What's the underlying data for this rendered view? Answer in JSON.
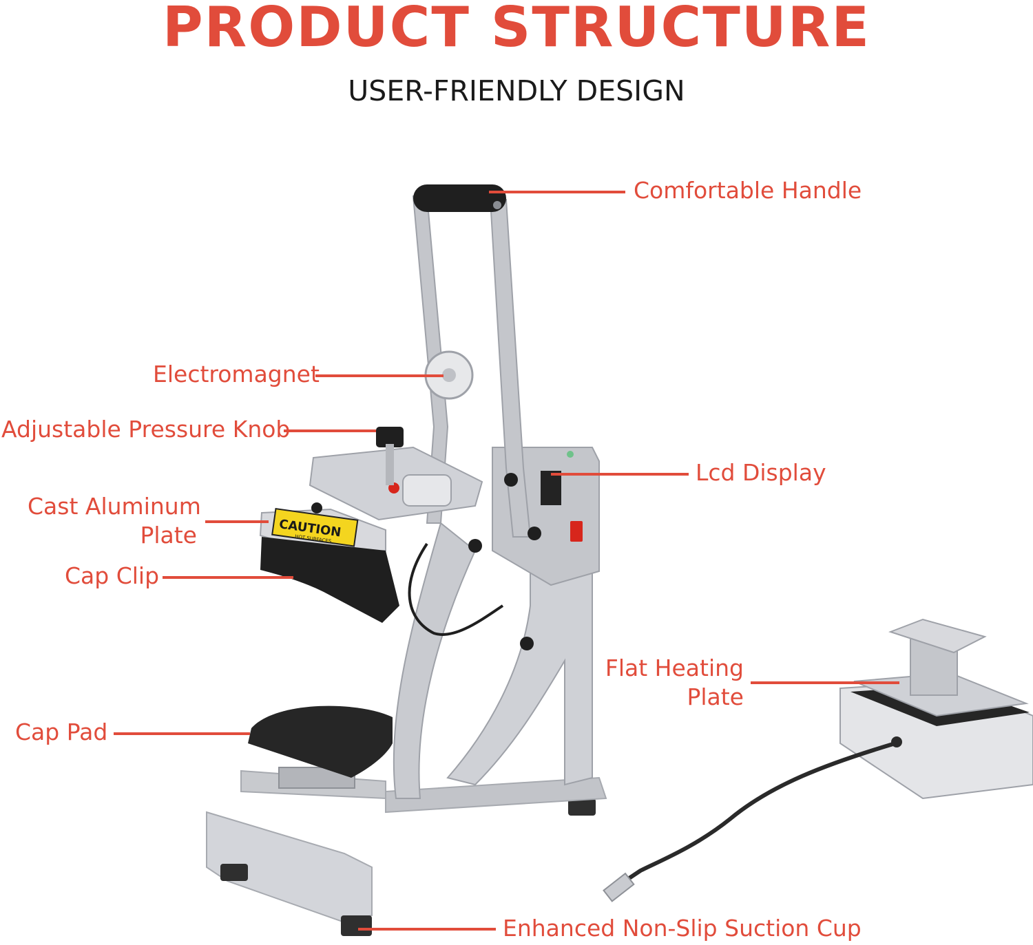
{
  "header": {
    "title": "PRODUCT STRUCTURE",
    "subtitle": "USER-FRIENDLY DESIGN"
  },
  "colors": {
    "accent": "#e14c3b",
    "frame": "#c9cbd0",
    "frame_dark": "#9ea1a8",
    "pad": "#2b2b2b",
    "text_dark": "#1a1a1a"
  },
  "callouts": {
    "handle": "Comfortable Handle",
    "electromagnet": "Electromagnet",
    "knob": "Adjustable Pressure Knob",
    "plate_line1": "Cast Aluminum",
    "plate_line2": "Plate",
    "clip": "Cap Clip",
    "lcd": "Lcd Display",
    "flat_line1": "Flat Heating",
    "flat_line2": "Plate",
    "pad": "Cap Pad",
    "suction": "Enhanced Non-Slip Suction Cup"
  },
  "caution_label": {
    "main": "CAUTION",
    "sub": "HOT SURFACES"
  }
}
